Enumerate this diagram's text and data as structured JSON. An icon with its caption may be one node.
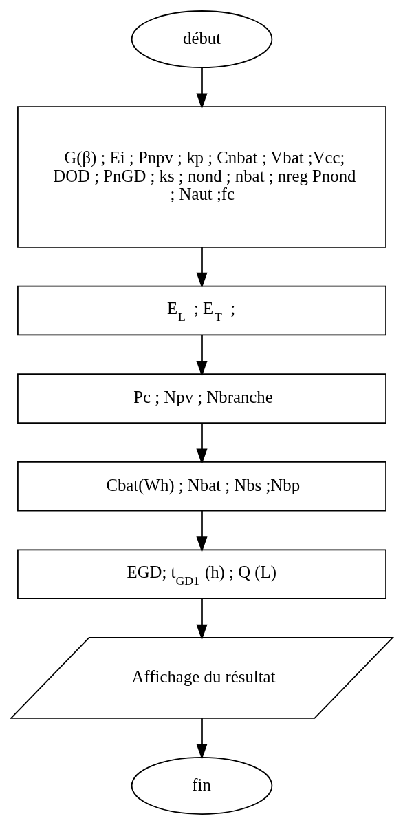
{
  "diagram": {
    "nodes": [
      {
        "text": [
          "début"
        ]
      },
      {
        "text": [
          "G(β) ; Ei ; Pnpv ; kp ; Cnbat ; Vbat ;Vcc; DOD ; PnGD ; ks ; nond ; nbat ; nreg Pnond ; Naut ;fc"
        ]
      },
      {
        "text": [
          "E$_{L}$ ; E$_{T}$ ;"
        ]
      },
      {
        "text": [
          "Pc ; Npv ; Nbranche"
        ]
      },
      {
        "text": [
          "Cbat(Wh) ; Nbat ; Nbs ;Nbp"
        ]
      },
      {
        "text": [
          "EGD; t$_{GD1}$ (h) ; Q (L)"
        ]
      },
      {
        "text": [
          "Affichage du résultat"
        ]
      },
      {
        "text": [
          "fin"
        ]
      }
    ],
    "edges": [
      {
        "from": 0,
        "to": 1,
        "arrow": "to"
      },
      {
        "from": 1,
        "to": 2,
        "arrow": "to"
      },
      {
        "from": 2,
        "to": 3,
        "arrow": "to"
      },
      {
        "from": 3,
        "to": 4,
        "arrow": "to"
      },
      {
        "from": 4,
        "to": 5,
        "arrow": "to"
      },
      {
        "from": 5,
        "to": 6,
        "arrow": "to"
      },
      {
        "from": 6,
        "to": 7,
        "arrow": "to"
      }
    ]
  }
}
